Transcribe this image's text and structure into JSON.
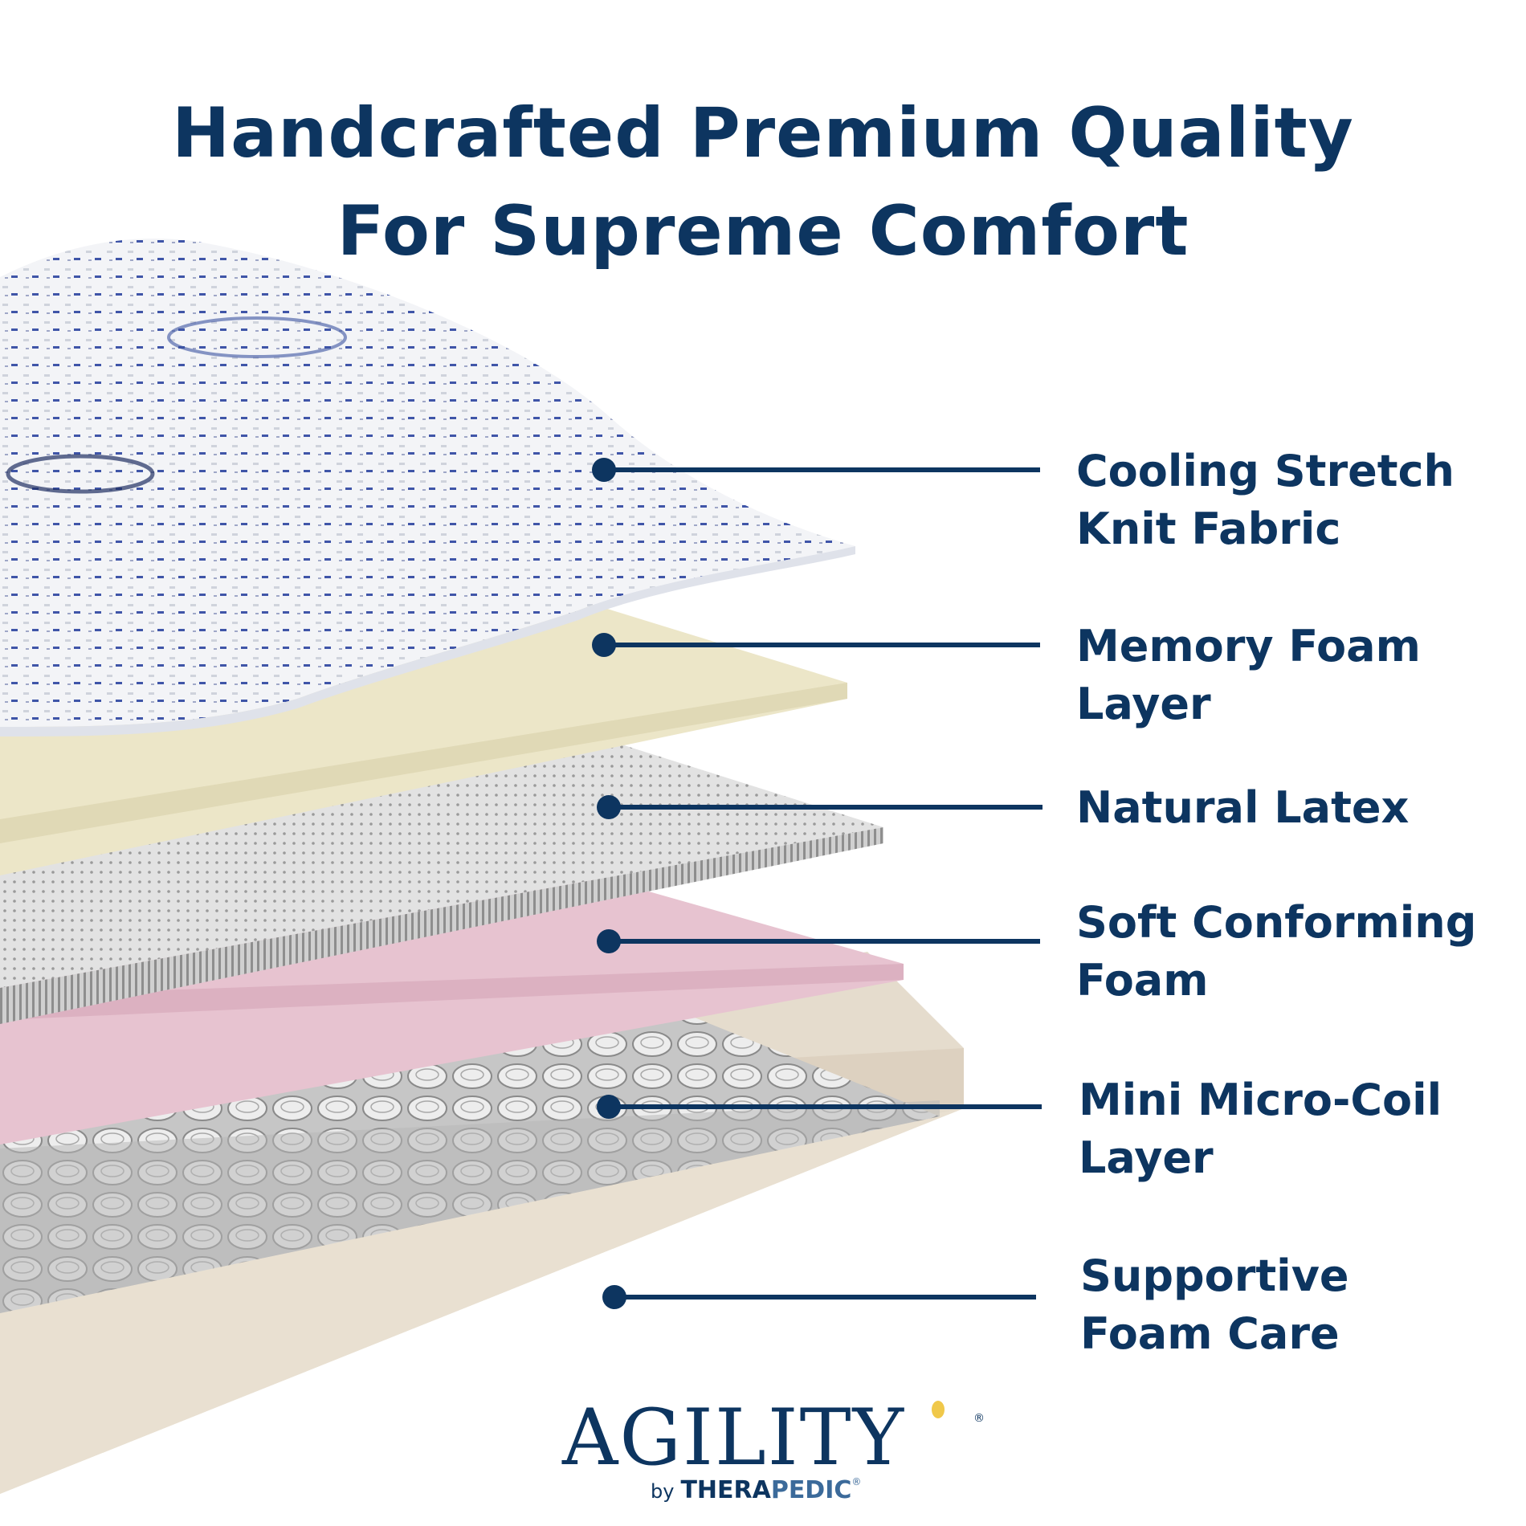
{
  "headline": {
    "line1": "Handcrafted Premium Quality",
    "line2": "For Supreme Comfort"
  },
  "layers": [
    {
      "line1": "Cooling Stretch",
      "line2": "Knit Fabric"
    },
    {
      "line1": "Memory Foam",
      "line2": "Layer"
    },
    {
      "line1": "Natural Latex",
      "line2": ""
    },
    {
      "line1": "Soft Conforming",
      "line2": "Foam"
    },
    {
      "line1": "Mini Micro-Coil",
      "line2": "Layer"
    },
    {
      "line1": "Supportive",
      "line2": "Foam Care"
    }
  ],
  "logo": {
    "brand": "AGILITY",
    "registered": "®",
    "by": "by",
    "maker_part1": "THERA",
    "maker_part2": "PEDIC",
    "maker_registered": "®"
  },
  "colors": {
    "navy": "#0d3560",
    "memory_foam": "#ebe5c6",
    "latex": "#d8d8d8",
    "conforming_foam": "#e6bfcd",
    "support_foam": "#e0d4c3",
    "logo_accent": "#f0c84a"
  }
}
